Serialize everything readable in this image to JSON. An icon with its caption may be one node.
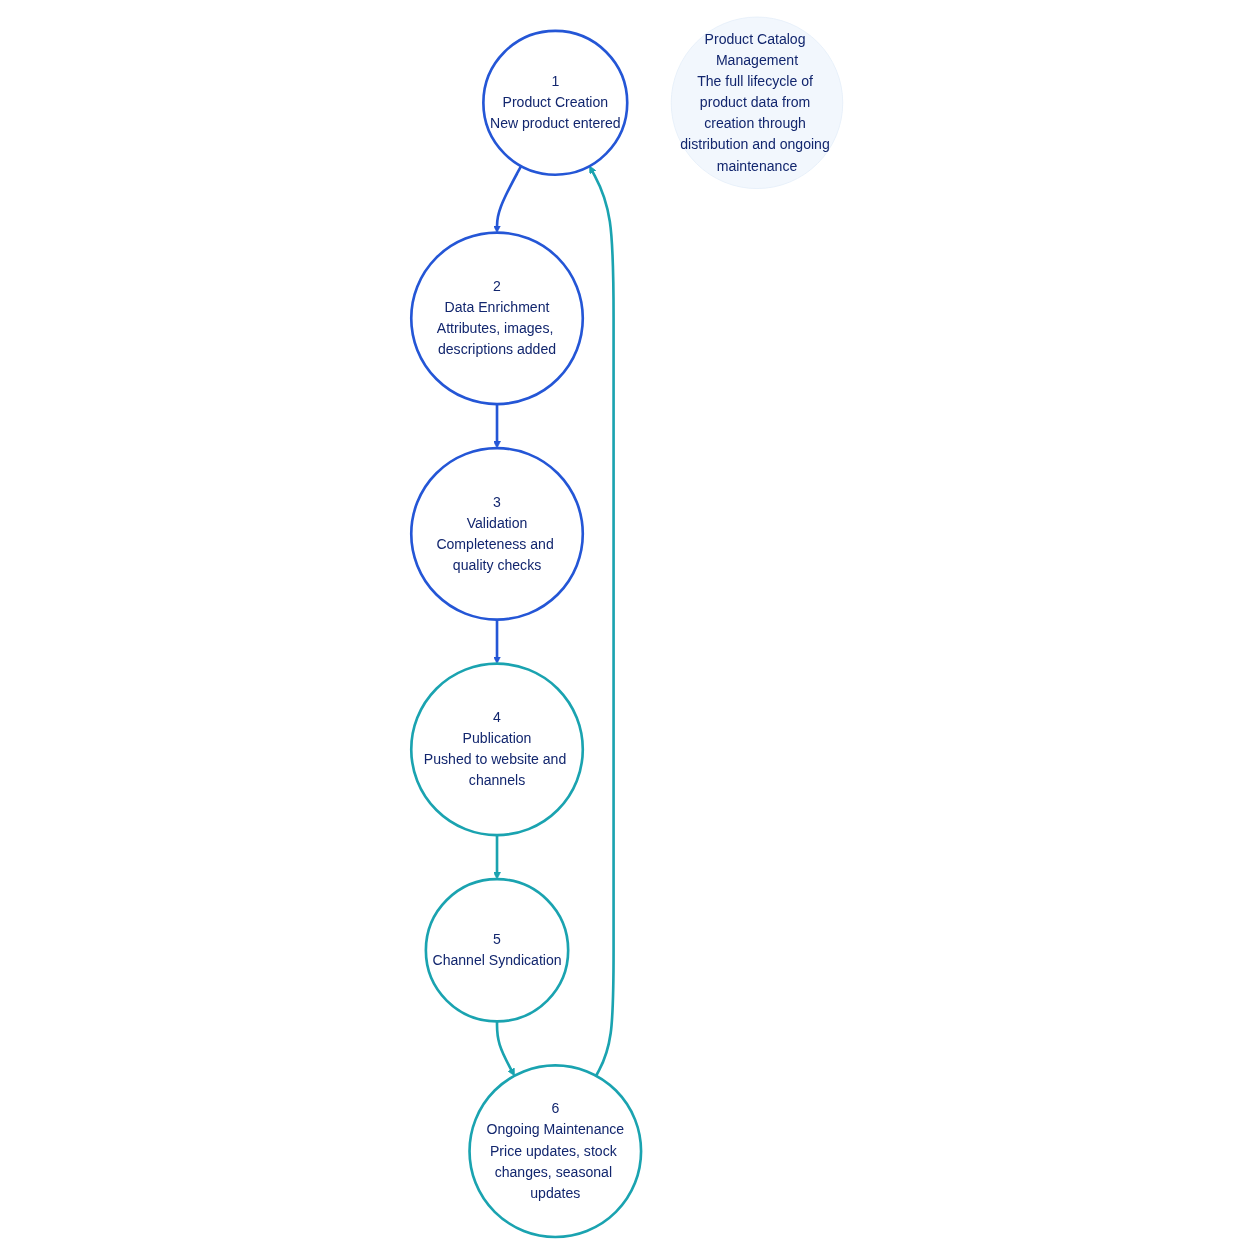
{
  "diagram": {
    "nodes": [
      {
        "text": [
          "1",
          "Product Creation",
          "New product entered"
        ]
      },
      {
        "text": [
          "2",
          "Data Enrichment",
          "Attributes, images, descriptions added"
        ]
      },
      {
        "text": [
          "3",
          "Validation",
          "Completeness and quality checks"
        ]
      },
      {
        "text": [
          "4",
          "Publication",
          "Pushed to website and channels"
        ]
      },
      {
        "text": [
          "5",
          "Channel Syndication"
        ]
      },
      {
        "text": [
          "6",
          "Ongoing Maintenance",
          "Price updates, stock changes, seasonal updates"
        ]
      },
      {
        "text": [
          "Product Catalog Management",
          "The full lifecycle of product data from creation through distribution and ongoing maintenance"
        ]
      }
    ],
    "edges": [
      {
        "from": 0,
        "to": 1,
        "arrow": "to"
      },
      {
        "from": 1,
        "to": 2,
        "arrow": "to"
      },
      {
        "from": 2,
        "to": 3,
        "arrow": "to"
      },
      {
        "from": 3,
        "to": 4,
        "arrow": "to",
        "color": "#1aa3b0"
      },
      {
        "from": 4,
        "to": 5,
        "arrow": "to",
        "color": "#1aa3b0"
      },
      {
        "from": 5,
        "to": 0,
        "arrow": "to",
        "color": "#1aa3b0"
      }
    ]
  }
}
